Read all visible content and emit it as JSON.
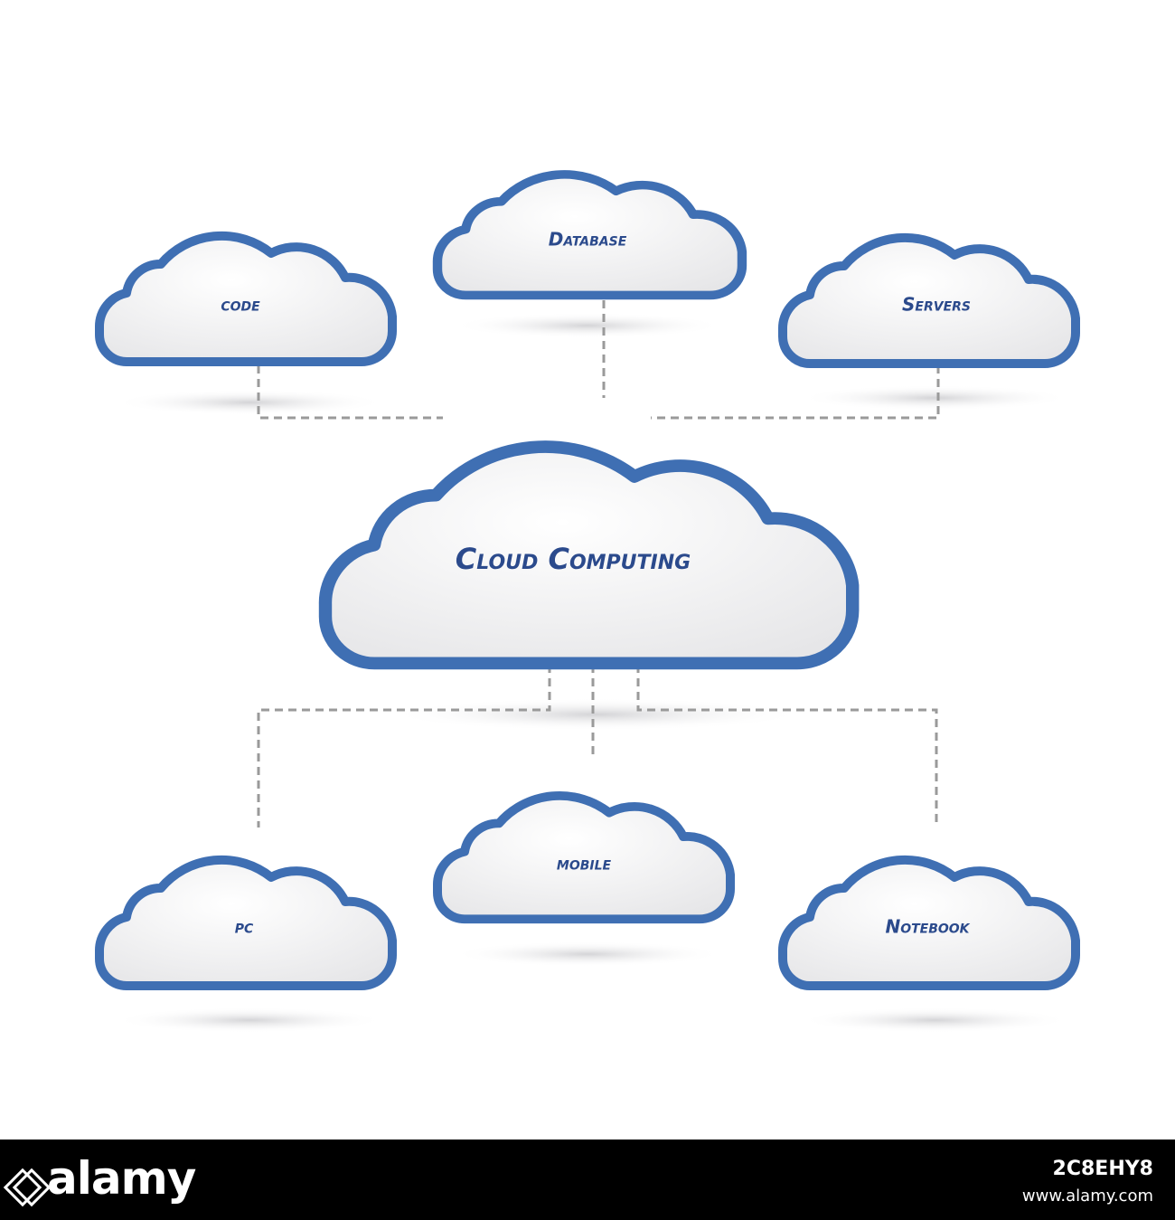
{
  "diagram": {
    "central": {
      "label": "Cloud Computing"
    },
    "clouds": [
      {
        "id": "code",
        "label": "code"
      },
      {
        "id": "database",
        "label": "Database"
      },
      {
        "id": "servers",
        "label": "Servers"
      },
      {
        "id": "pc",
        "label": "pc"
      },
      {
        "id": "mobile",
        "label": "mobile"
      },
      {
        "id": "notebook",
        "label": "Notebook"
      }
    ],
    "colors": {
      "cloud_outline": "#3f6fb3",
      "cloud_fill": "#f2f2f3",
      "label_text": "#2b4a8c",
      "connector": "#9a9a9a"
    }
  },
  "footer": {
    "brand": "alamy",
    "stock_id": "2C8EHY8",
    "site": "www.alamy.com"
  }
}
